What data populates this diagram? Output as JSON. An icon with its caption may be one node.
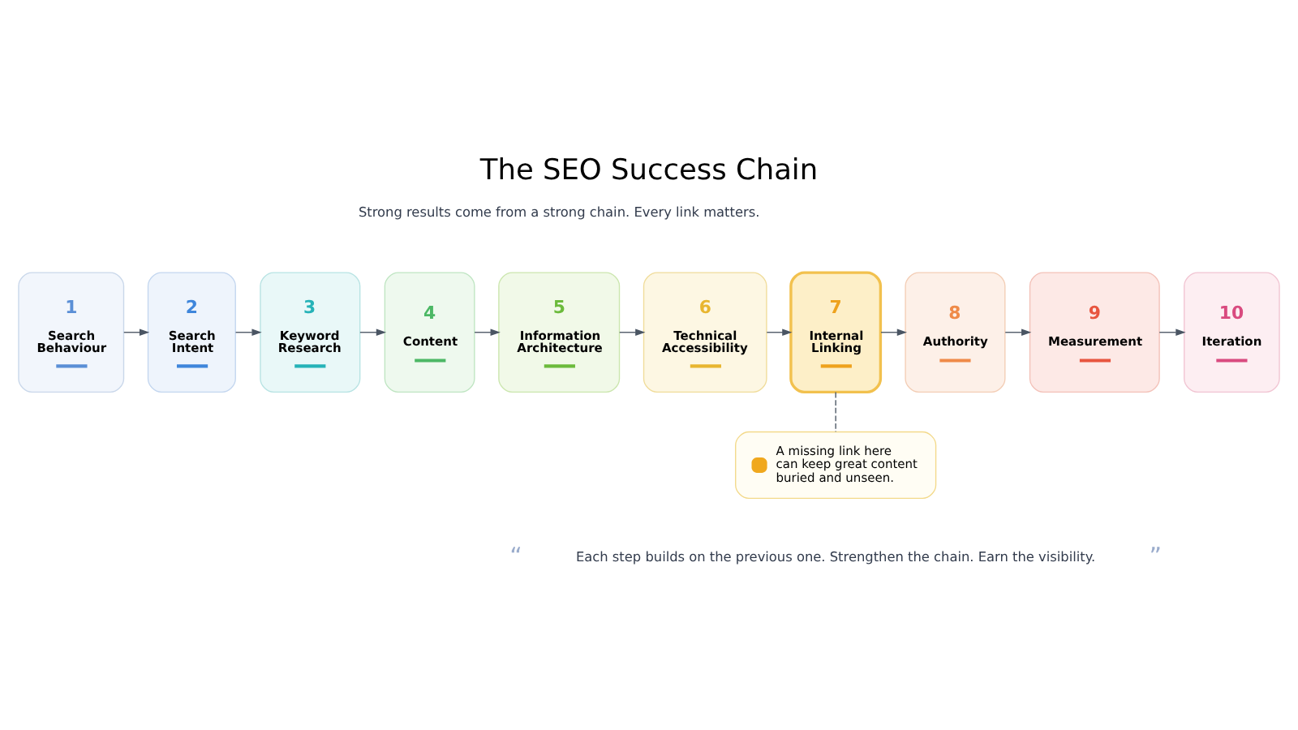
{
  "diagram": {
    "title": "The SEO Success Chain",
    "nodes": [
      {
        "text": [
          "1",
          "Search Behaviour"
        ]
      },
      {
        "text": [
          "2",
          "Search Intent"
        ]
      },
      {
        "text": [
          "3",
          "Keyword Research"
        ]
      },
      {
        "text": [
          "4",
          "Content"
        ]
      },
      {
        "text": [
          "5",
          "Information Architecture"
        ]
      },
      {
        "text": [
          "6",
          "Technical Accessibility"
        ]
      },
      {
        "text": [
          "7",
          "Internal Linking"
        ]
      },
      {
        "text": [
          "8",
          "Authority"
        ]
      },
      {
        "text": [
          "9",
          "Measurement"
        ]
      },
      {
        "text": [
          "10",
          "Iteration"
        ]
      },
      {
        "text": [
          "A missing link here can keep great content buried and unseen."
        ]
      }
    ],
    "edges": [
      {
        "from": 0,
        "to": 1,
        "arrow": "to"
      },
      {
        "from": 1,
        "to": 2,
        "arrow": "to"
      },
      {
        "from": 2,
        "to": 3,
        "arrow": "to"
      },
      {
        "from": 3,
        "to": 4,
        "arrow": "to"
      },
      {
        "from": 4,
        "to": 5,
        "arrow": "to"
      },
      {
        "from": 5,
        "to": 6,
        "arrow": "to"
      },
      {
        "from": 6,
        "to": 7,
        "arrow": "to"
      },
      {
        "from": 7,
        "to": 8,
        "arrow": "to"
      },
      {
        "from": 8,
        "to": 9,
        "arrow": "to"
      },
      {
        "from": 6,
        "to": 10,
        "arrow": "none",
        "style": "dashed"
      }
    ],
    "labels": [
      "Strong results come from a strong chain. Every link matters.",
      "“",
      "Each step builds on the previous one. Strengthen the chain. Earn the visibility.",
      "”"
    ]
  }
}
